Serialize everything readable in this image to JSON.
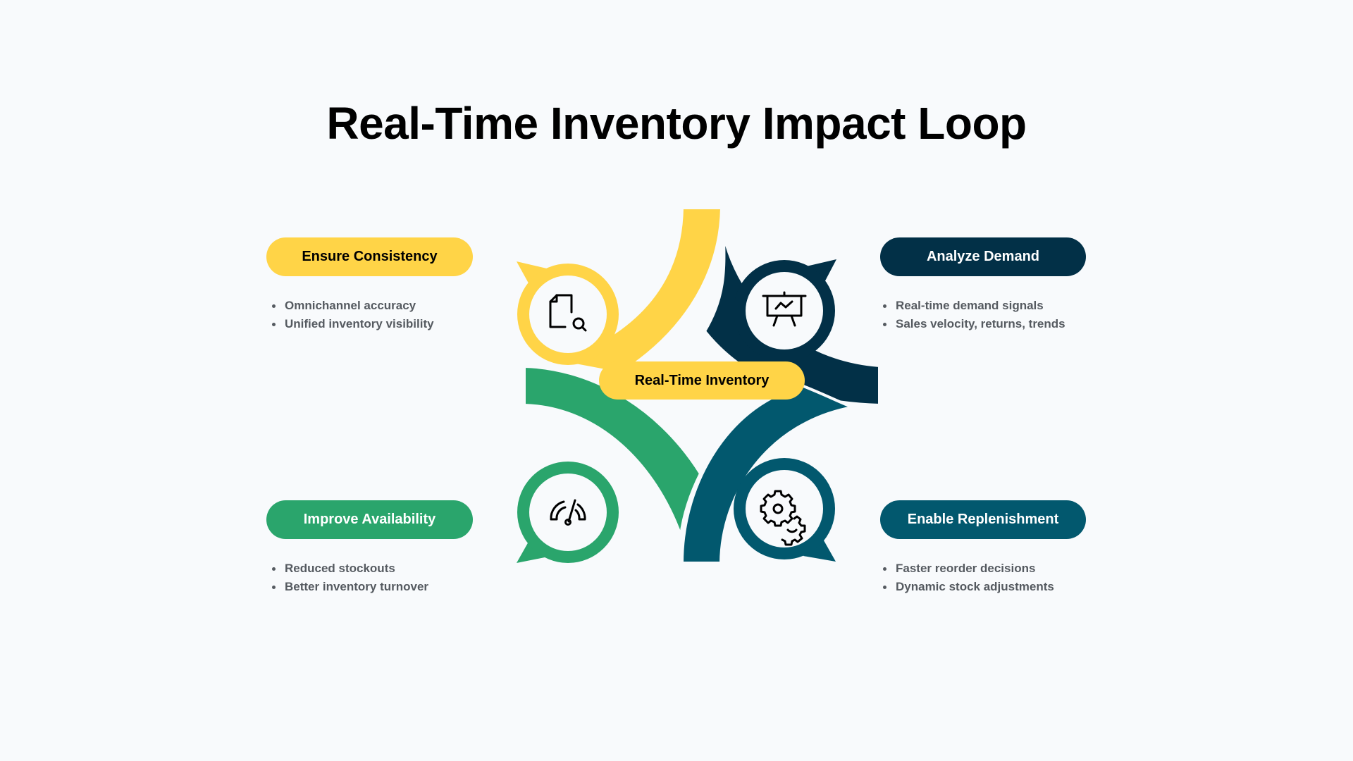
{
  "title": "Real-Time Inventory Impact Loop",
  "center": {
    "label": "Real-Time Inventory",
    "color": "#ffd447"
  },
  "stages": [
    {
      "id": "ensure-consistency",
      "label": "Ensure Consistency",
      "color": "#ffd447",
      "text_color": "#000000",
      "icon": "document-search-icon",
      "bullets": [
        "Omnichannel accuracy",
        "Unified inventory visibility"
      ]
    },
    {
      "id": "analyze-demand",
      "label": "Analyze Demand",
      "color": "#023047",
      "text_color": "#ffffff",
      "icon": "presentation-chart-icon",
      "bullets": [
        "Real-time demand signals",
        "Sales velocity, returns, trends"
      ]
    },
    {
      "id": "improve-availability",
      "label": "Improve Availability",
      "color": "#2aa56c",
      "text_color": "#ffffff",
      "icon": "gauge-icon",
      "bullets": [
        "Reduced stockouts",
        "Better inventory turnover"
      ]
    },
    {
      "id": "enable-replenishment",
      "label": "Enable Replenishment",
      "color": "#02586e",
      "text_color": "#ffffff",
      "icon": "gears-icon",
      "bullets": [
        "Faster reorder decisions",
        "Dynamic stock adjustments"
      ]
    }
  ]
}
